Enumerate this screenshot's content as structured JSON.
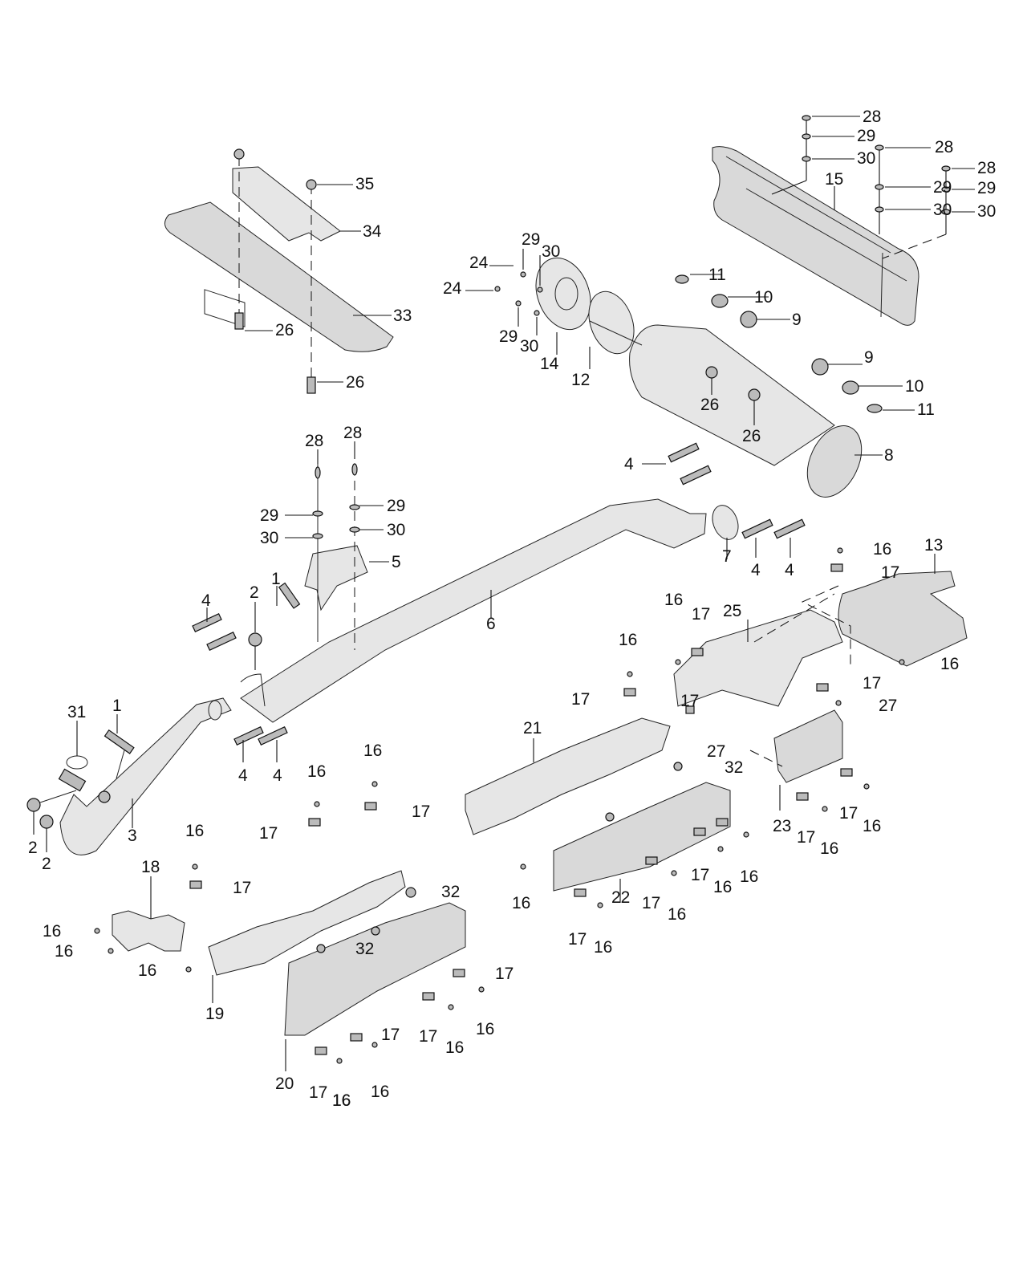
{
  "diagram": {
    "title": "Exhaust system exploded parts diagram",
    "callouts": [
      {
        "id": "c28a",
        "label": "28"
      },
      {
        "id": "c29a",
        "label": "29"
      },
      {
        "id": "c30a",
        "label": "30"
      },
      {
        "id": "c28b",
        "label": "28"
      },
      {
        "id": "c29b",
        "label": "29"
      },
      {
        "id": "c30b",
        "label": "30"
      },
      {
        "id": "c28c",
        "label": "28"
      },
      {
        "id": "c29c",
        "label": "29"
      },
      {
        "id": "c30c",
        "label": "30"
      },
      {
        "id": "c15",
        "label": "15"
      },
      {
        "id": "c35",
        "label": "35"
      },
      {
        "id": "c34",
        "label": "34"
      },
      {
        "id": "c33",
        "label": "33"
      },
      {
        "id": "c26a",
        "label": "26"
      },
      {
        "id": "c26b",
        "label": "26"
      },
      {
        "id": "c24a",
        "label": "24"
      },
      {
        "id": "c24b",
        "label": "24"
      },
      {
        "id": "c29d",
        "label": "29"
      },
      {
        "id": "c30d",
        "label": "30"
      },
      {
        "id": "c29e",
        "label": "29"
      },
      {
        "id": "c30e",
        "label": "30"
      },
      {
        "id": "c14",
        "label": "14"
      },
      {
        "id": "c12",
        "label": "12"
      },
      {
        "id": "c11a",
        "label": "11"
      },
      {
        "id": "c10a",
        "label": "10"
      },
      {
        "id": "c9a",
        "label": "9"
      },
      {
        "id": "c9b",
        "label": "9"
      },
      {
        "id": "c10b",
        "label": "10"
      },
      {
        "id": "c11b",
        "label": "11"
      },
      {
        "id": "c26c",
        "label": "26"
      },
      {
        "id": "c26d",
        "label": "26"
      },
      {
        "id": "c8",
        "label": "8"
      },
      {
        "id": "c4a",
        "label": "4"
      },
      {
        "id": "c7",
        "label": "7"
      },
      {
        "id": "c4b",
        "label": "4"
      },
      {
        "id": "c4c",
        "label": "4"
      },
      {
        "id": "c28d",
        "label": "28"
      },
      {
        "id": "c28e",
        "label": "28"
      },
      {
        "id": "c29f",
        "label": "29"
      },
      {
        "id": "c29g",
        "label": "29"
      },
      {
        "id": "c30f",
        "label": "30"
      },
      {
        "id": "c30g",
        "label": "30"
      },
      {
        "id": "c5",
        "label": "5"
      },
      {
        "id": "c6",
        "label": "6"
      },
      {
        "id": "c1a",
        "label": "1"
      },
      {
        "id": "c2a",
        "label": "2"
      },
      {
        "id": "c4d",
        "label": "4"
      },
      {
        "id": "c31",
        "label": "31"
      },
      {
        "id": "c1b",
        "label": "1"
      },
      {
        "id": "c3",
        "label": "3"
      },
      {
        "id": "c2b",
        "label": "2"
      },
      {
        "id": "c2c",
        "label": "2"
      },
      {
        "id": "c4e",
        "label": "4"
      },
      {
        "id": "c4f",
        "label": "4"
      },
      {
        "id": "c13",
        "label": "13"
      },
      {
        "id": "c16a",
        "label": "16"
      },
      {
        "id": "c17a",
        "label": "17"
      },
      {
        "id": "c16b",
        "label": "16"
      },
      {
        "id": "c17b",
        "label": "17"
      },
      {
        "id": "c25",
        "label": "25"
      },
      {
        "id": "c16c",
        "label": "16"
      },
      {
        "id": "c16d",
        "label": "16"
      },
      {
        "id": "c17c",
        "label": "17"
      },
      {
        "id": "c17d",
        "label": "17"
      },
      {
        "id": "c27a",
        "label": "27"
      },
      {
        "id": "c17e",
        "label": "17"
      },
      {
        "id": "c27b",
        "label": "27"
      },
      {
        "id": "c32a",
        "label": "32"
      },
      {
        "id": "c21",
        "label": "21"
      },
      {
        "id": "c23",
        "label": "23"
      },
      {
        "id": "c17f",
        "label": "17"
      },
      {
        "id": "c16e",
        "label": "16"
      },
      {
        "id": "c17g",
        "label": "17"
      },
      {
        "id": "c16f",
        "label": "16"
      },
      {
        "id": "c16g",
        "label": "16"
      },
      {
        "id": "c17h",
        "label": "17"
      },
      {
        "id": "c16h",
        "label": "16"
      },
      {
        "id": "c17i",
        "label": "17"
      },
      {
        "id": "c17j",
        "label": "17"
      },
      {
        "id": "c16i",
        "label": "16"
      },
      {
        "id": "c16j",
        "label": "16"
      },
      {
        "id": "c22",
        "label": "22"
      },
      {
        "id": "c17k",
        "label": "17"
      },
      {
        "id": "c16k",
        "label": "16"
      },
      {
        "id": "c17l",
        "label": "17"
      },
      {
        "id": "c16l",
        "label": "16"
      },
      {
        "id": "c16m",
        "label": "16"
      },
      {
        "id": "c32b",
        "label": "32"
      },
      {
        "id": "c18",
        "label": "18"
      },
      {
        "id": "c16n",
        "label": "16"
      },
      {
        "id": "c17m",
        "label": "17"
      },
      {
        "id": "c16o",
        "label": "16"
      },
      {
        "id": "c16p",
        "label": "16"
      },
      {
        "id": "c16q",
        "label": "16"
      },
      {
        "id": "c32c",
        "label": "32"
      },
      {
        "id": "c19",
        "label": "19"
      },
      {
        "id": "c17n",
        "label": "17"
      },
      {
        "id": "c17o",
        "label": "17"
      },
      {
        "id": "c16r",
        "label": "16"
      },
      {
        "id": "c16s",
        "label": "16"
      },
      {
        "id": "c17p",
        "label": "17"
      },
      {
        "id": "c16t",
        "label": "16"
      },
      {
        "id": "c20",
        "label": "20"
      },
      {
        "id": "c17q",
        "label": "17"
      },
      {
        "id": "c16u",
        "label": "16"
      },
      {
        "id": "c16v",
        "label": "16"
      }
    ]
  }
}
